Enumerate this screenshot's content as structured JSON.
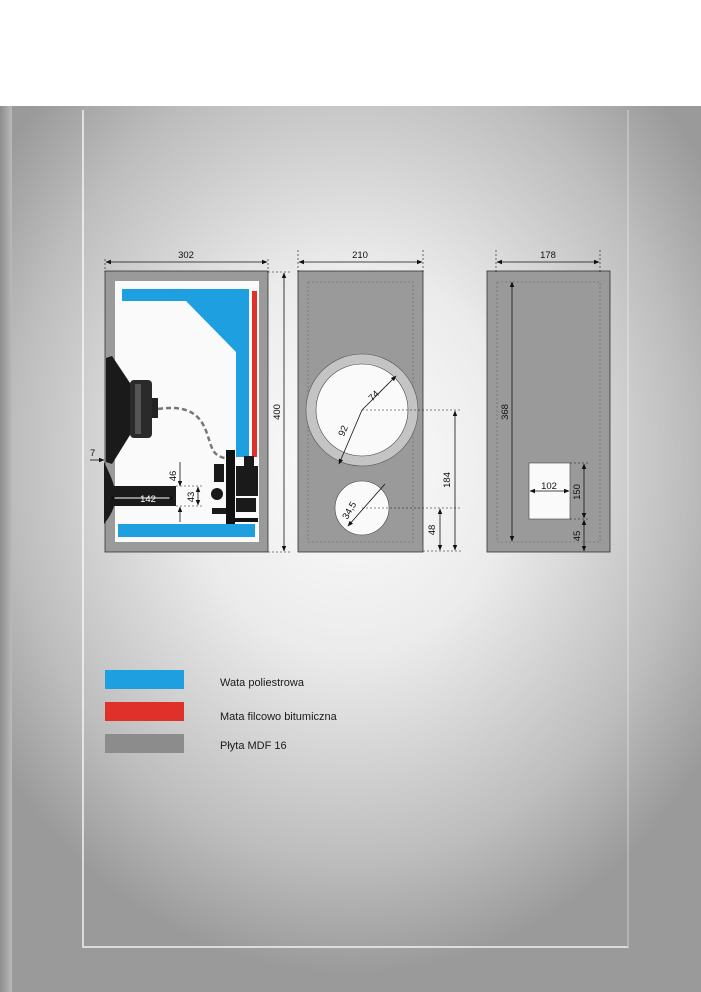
{
  "colors": {
    "polyester_wool": "#1e9fe0",
    "bitumen_mat": "#e0302a",
    "mdf_board": "#8c8c8c",
    "outline": "#222222"
  },
  "dimensions": {
    "side_width": "302",
    "side_height": "400",
    "side_wall": "7",
    "port_length": "142",
    "port_offset": "46",
    "port_diameter": "43",
    "front_width": "210",
    "woofer_outer_radius": "92",
    "woofer_inner_radius": "74",
    "woofer_center_height": "184",
    "tweeter_radius": "34,5",
    "tweeter_center_height": "48",
    "back_width": "178",
    "back_height": "368",
    "terminal_width": "102",
    "terminal_height": "150",
    "terminal_offset": "45"
  },
  "legend": [
    {
      "label": "Wata poliestrowa",
      "color": "#1e9fe0"
    },
    {
      "label": "Mata filcowo bitumiczna",
      "color": "#e0302a"
    },
    {
      "label": "Płyta MDF 16",
      "color": "#8c8c8c"
    }
  ]
}
